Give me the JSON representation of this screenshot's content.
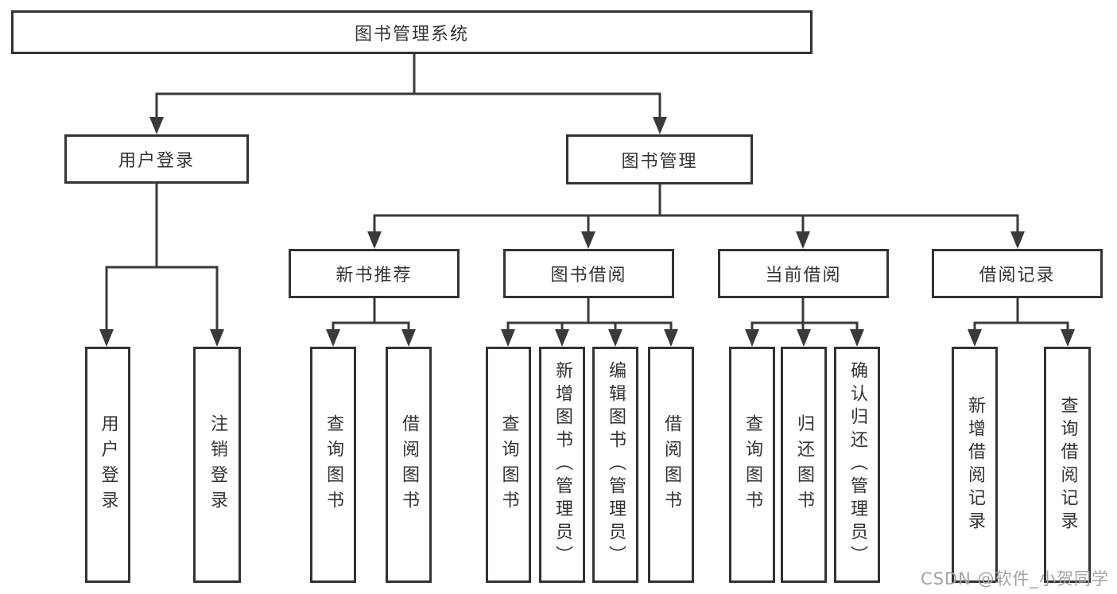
{
  "diagram": {
    "root": {
      "label": "图书管理系统"
    },
    "branches": [
      {
        "label": "用户登录",
        "leaves": [
          {
            "label": "用户登录"
          },
          {
            "label": "注销登录"
          }
        ]
      },
      {
        "label": "图书管理",
        "groups": [
          {
            "label": "新书推荐",
            "leaves": [
              {
                "label": "查询图书"
              },
              {
                "label": "借阅图书"
              }
            ]
          },
          {
            "label": "图书借阅",
            "leaves": [
              {
                "label": "查询图书"
              },
              {
                "label": "新增图书（管理员）"
              },
              {
                "label": "编辑图书（管理员）"
              },
              {
                "label": "借阅图书"
              }
            ]
          },
          {
            "label": "当前借阅",
            "leaves": [
              {
                "label": "查询图书"
              },
              {
                "label": "归还图书"
              },
              {
                "label": "确认归还（管理员）"
              }
            ]
          },
          {
            "label": "借阅记录",
            "leaves": [
              {
                "label": "新增借阅记录"
              },
              {
                "label": "查询借阅记录"
              }
            ]
          }
        ]
      }
    ]
  },
  "watermark": {
    "text": "CSDN @软件_小贺同学"
  },
  "colors": {
    "line": "#3a3a3a",
    "box_border": "#333333",
    "text": "#333333",
    "watermark": "#a3a3a3",
    "background": "#ffffff"
  }
}
